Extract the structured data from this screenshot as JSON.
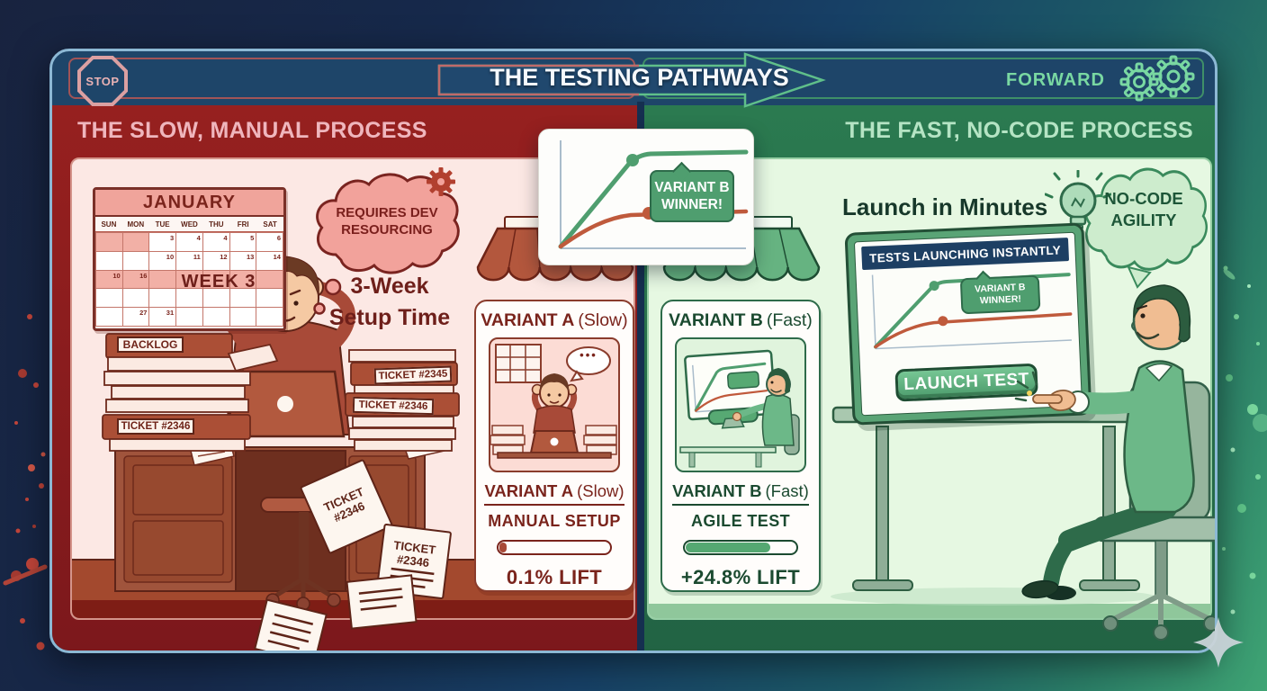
{
  "header": {
    "stop_label": "STOP",
    "title": "THE TESTING PATHWAYS",
    "forward_label": "FORWARD"
  },
  "left_panel": {
    "title": "THE SLOW, MANUAL PROCESS",
    "calendar": {
      "month": "JANUARY",
      "day_headers": [
        "SUN",
        "MON",
        "TUE",
        "WED",
        "THU",
        "FRI",
        "SAT"
      ],
      "week_label": "WEEK 3",
      "numbers": {
        "r1": [
          "3",
          "4",
          "4",
          "5",
          "6"
        ],
        "r2": [
          "10",
          "11",
          "12",
          "13",
          "14"
        ],
        "r3_sun": "10",
        "r3_mon": "16",
        "r5_mon": "27",
        "r5_tue": "31"
      }
    },
    "thought_cloud_text": "REQUIRES DEV RESOURCING",
    "setup_time_line1": "3-Week",
    "setup_time_line2": "Setup Time",
    "backlog_label": "BACKLOG",
    "stack_left_ticket": "TICKET #2346",
    "stack_right_ticket_top": "TICKET #2345",
    "stack_right_ticket_bottom": "TICKET #2346",
    "falling_note_word": "TICKET",
    "falling_note_number": "#2346",
    "variant_card": {
      "title_strong": "VARIANT A",
      "title_light": "(Slow)",
      "caption_strong": "VARIANT A",
      "caption_light": "(Slow)",
      "method": "MANUAL SETUP",
      "lift": "0.1% LIFT",
      "progress_percent": 5,
      "speech_dots": "•••"
    }
  },
  "center_popup": {
    "badge_line1": "VARIANT B",
    "badge_line2": "WINNER!"
  },
  "right_panel": {
    "title": "THE FAST, NO-CODE PROCESS",
    "headline": "Launch in Minutes",
    "cloud_line1": "NO-CODE",
    "cloud_line2": "AGILITY",
    "monitor": {
      "banner": "TESTS LAUNCHING INSTANTLY",
      "badge_line1": "VARIANT B",
      "badge_line2": "WINNER!",
      "launch_button": "LAUNCH TEST"
    },
    "variant_card": {
      "title_strong": "VARIANT B",
      "title_light": "(Fast)",
      "caption_strong": "VARIANT B",
      "caption_light": "(Fast)",
      "method": "AGILE TEST",
      "lift": "+24.8% LIFT",
      "progress_percent": 72
    }
  },
  "chart_data": {
    "type": "line",
    "title": "",
    "xlabel": "",
    "ylabel": "",
    "annotation": "VARIANT B WINNER!",
    "legend": "none",
    "grid": false,
    "series": [
      {
        "name": "Variant B (Fast)",
        "color": "#4f9e6f",
        "x": [
          0,
          1,
          2,
          3,
          4,
          5
        ],
        "values": [
          0,
          30,
          62,
          88,
          91,
          92
        ]
      },
      {
        "name": "Variant A (Slow)",
        "color": "#bf5a3c",
        "x": [
          0,
          1,
          2,
          3,
          4,
          5
        ],
        "values": [
          0,
          14,
          24,
          29,
          31,
          32
        ]
      }
    ]
  }
}
